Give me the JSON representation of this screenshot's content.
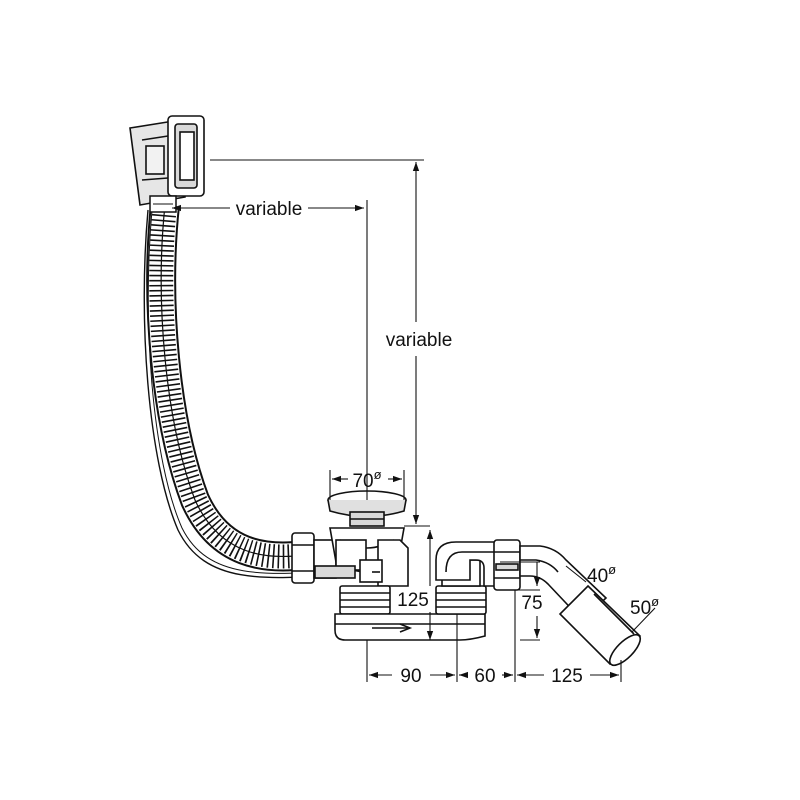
{
  "diagram": {
    "labels": {
      "horizontal_variable": "variable",
      "vertical_variable": "variable",
      "overflow_diameter": "70",
      "drop_height": "125",
      "trap_height": "75",
      "pipe_40": "40",
      "pipe_50": "50",
      "dim_90": "90",
      "dim_60": "60",
      "dim_125": "125"
    },
    "diameter_symbol": "ø",
    "colors": {
      "line": "#111111",
      "fill": "#ffffff",
      "shade": "#d9d9d9",
      "dark": "#9a9a9a"
    }
  }
}
